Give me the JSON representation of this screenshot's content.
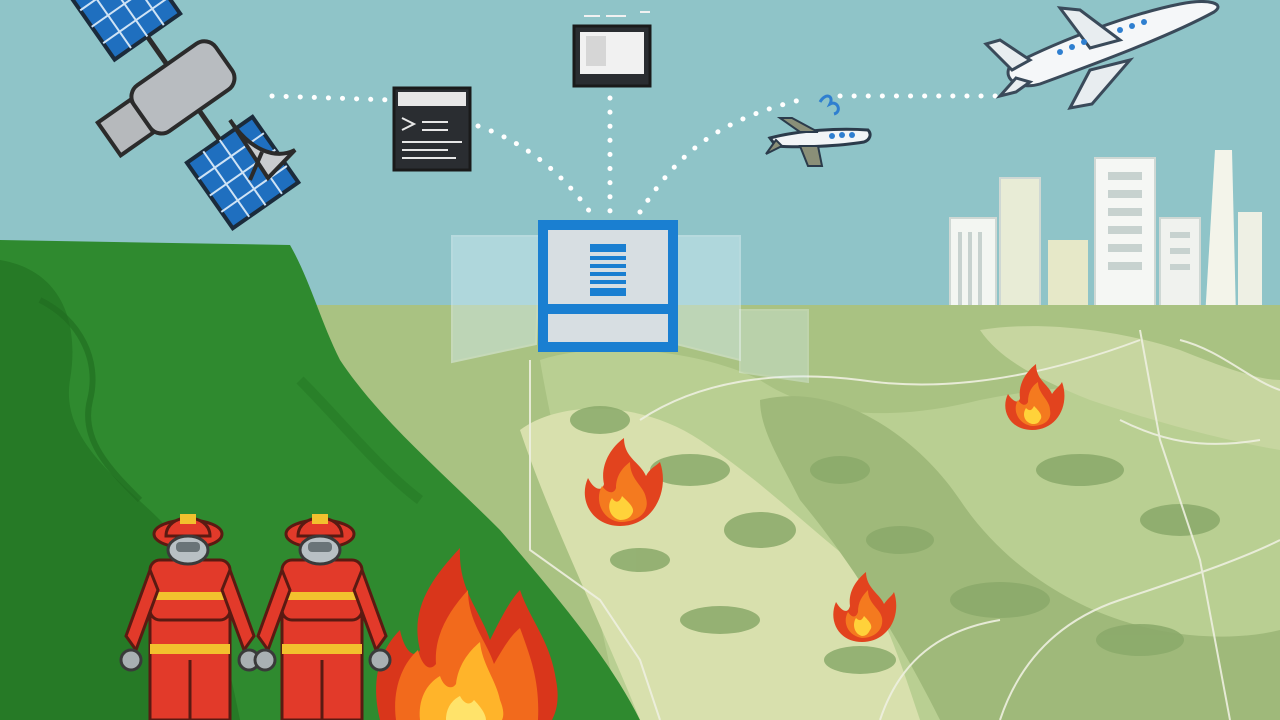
{
  "scene": {
    "colors": {
      "sky": "#8fc4c8",
      "hill_green": "#2f8a2f",
      "hill_dark": "#237023",
      "terrain_light": "#c9d9a4",
      "terrain_mid": "#a9c282",
      "terrain_dark": "#8aa96a",
      "accent_blue": "#1a7fd1",
      "suit_red": "#e23a2a",
      "suit_stripe": "#f2c12e",
      "flame_orange": "#f47a1f",
      "flame_yellow": "#ffd23a"
    },
    "elements": {
      "satellite": "satellite-icon",
      "document_panel": "document-icon",
      "monitor_panel": "monitor-icon",
      "small_jet": "small-jet-icon",
      "airliner": "airplane-icon",
      "central_dashboard": "dashboard-icon",
      "city_skyline": "city-skyline",
      "firefighters": "firefighter-icon",
      "fires": "fire-icon"
    },
    "firefighter_count": 2,
    "fire_count": 4
  }
}
